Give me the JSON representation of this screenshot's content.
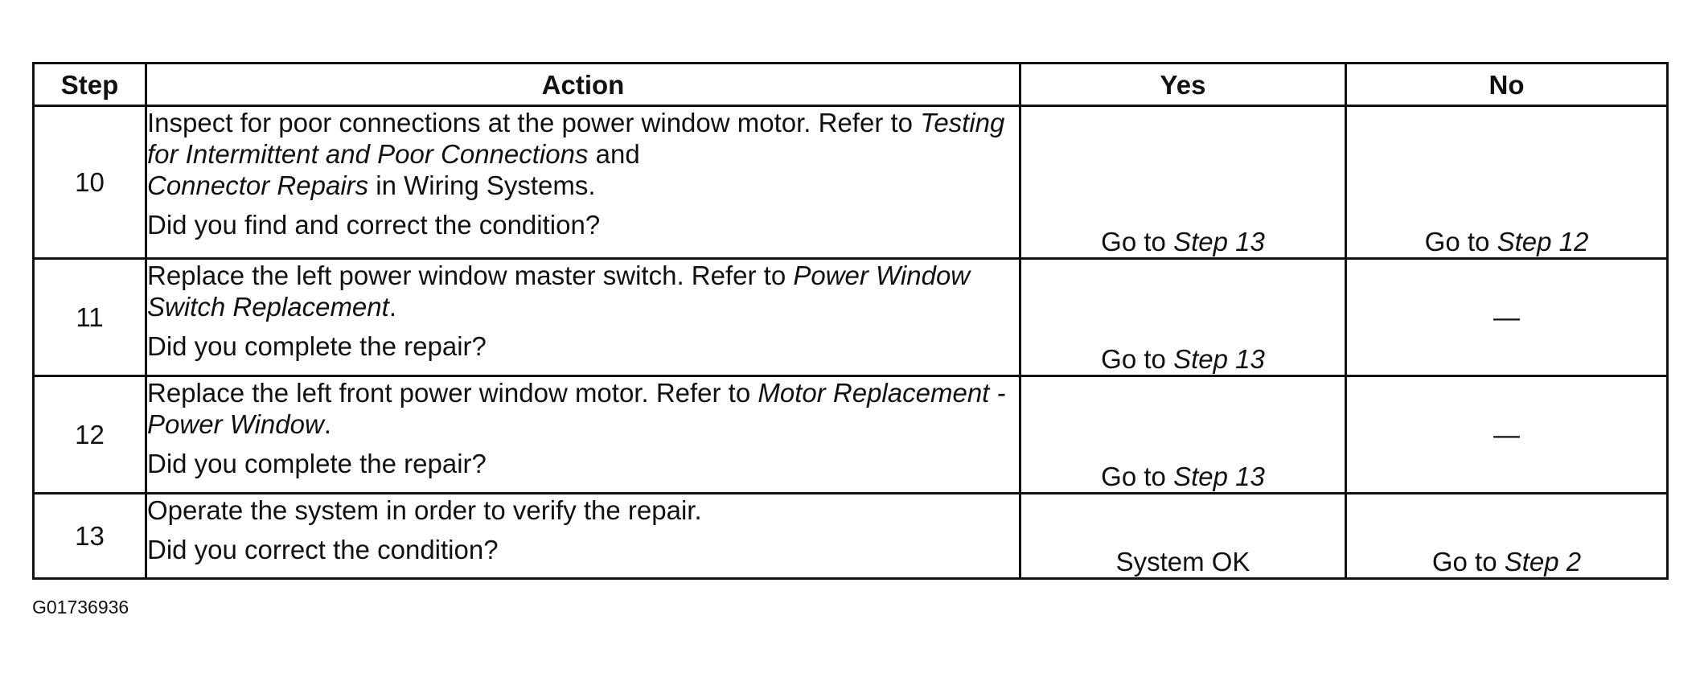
{
  "table": {
    "headers": {
      "step": "Step",
      "action": "Action",
      "yes": "Yes",
      "no": "No"
    },
    "rows": [
      {
        "step": "10",
        "instruction": [
          {
            "text": "Inspect for poor connections at the power window motor. Refer to ",
            "italic": false
          },
          {
            "text": "Testing for Intermittent and Poor Connections",
            "italic": true
          },
          {
            "text": " and ",
            "italic": false
          },
          {
            "text": "Connector Repairs",
            "italic": true
          },
          {
            "text": " in Wiring Systems.",
            "italic": false
          }
        ],
        "question": "Did you find and correct the condition?",
        "yes": {
          "prefix": "Go to ",
          "ref": "Step 13"
        },
        "no": {
          "prefix": "Go to ",
          "ref": "Step 12"
        }
      },
      {
        "step": "11",
        "instruction": [
          {
            "text": "Replace the left power window master switch. Refer to ",
            "italic": false
          },
          {
            "text": "Power Window Switch Replacement",
            "italic": true
          },
          {
            "text": ".",
            "italic": false
          }
        ],
        "question": "Did you complete the repair?",
        "yes": {
          "prefix": "Go to ",
          "ref": "Step 13"
        },
        "no": {
          "prefix": "—",
          "ref": ""
        }
      },
      {
        "step": "12",
        "instruction": [
          {
            "text": "Replace the left front power window motor. Refer to ",
            "italic": false
          },
          {
            "text": "Motor Replacement - Power Window",
            "italic": true
          },
          {
            "text": ".",
            "italic": false
          }
        ],
        "question": "Did you complete the repair?",
        "yes": {
          "prefix": "Go to ",
          "ref": "Step 13"
        },
        "no": {
          "prefix": "—",
          "ref": ""
        }
      },
      {
        "step": "13",
        "instruction": [
          {
            "text": "Operate the system in order to verify the repair.",
            "italic": false
          }
        ],
        "question": "Did you correct the condition?",
        "yes": {
          "prefix": "System OK",
          "ref": ""
        },
        "no": {
          "prefix": "Go to ",
          "ref": "Step 2"
        }
      }
    ]
  },
  "figure_id": "G01736936"
}
